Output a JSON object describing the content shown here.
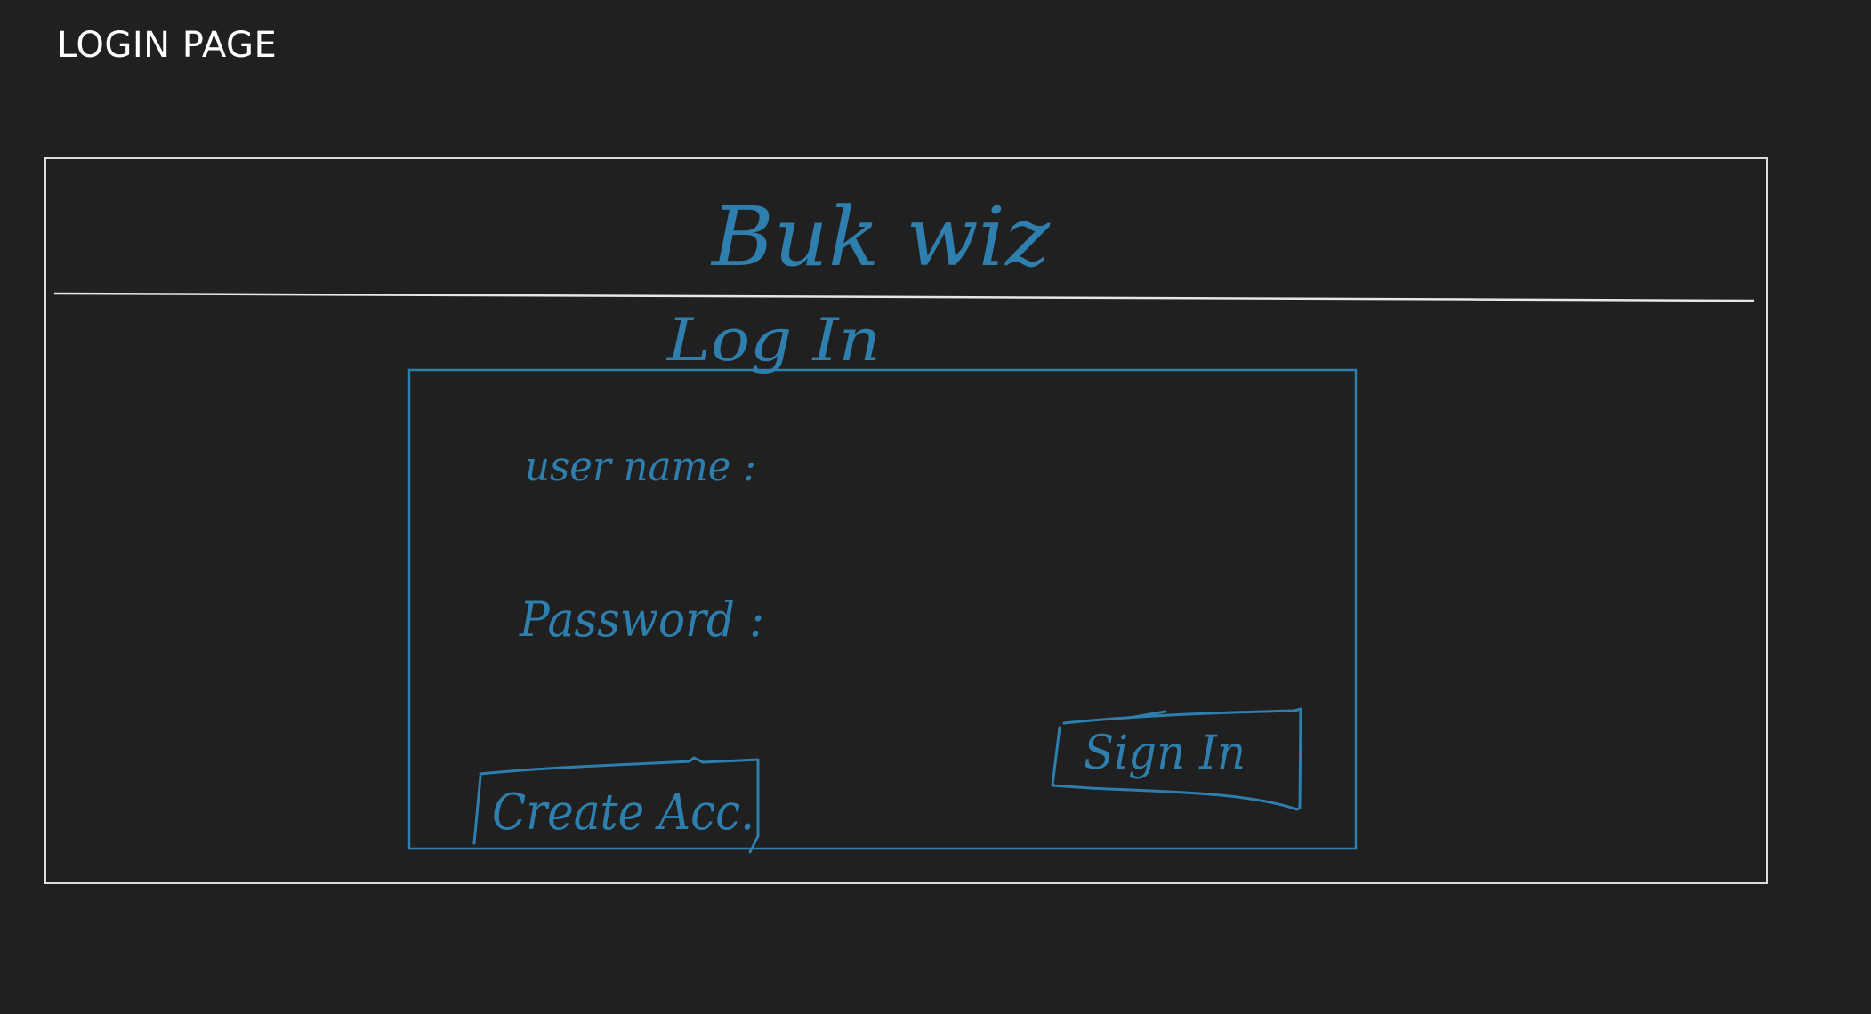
{
  "page": {
    "title": "LOGIN PAGE"
  },
  "wireframe": {
    "brand": "Buk wiz",
    "form_heading": "Log In",
    "fields": [
      {
        "label": "user name :"
      },
      {
        "label": "Password :"
      }
    ],
    "buttons": {
      "create_account": "Create Acc.",
      "sign_in": "Sign In"
    },
    "colors": {
      "background": "#1f201f",
      "frame": "#dcdcdc",
      "sketch": "#2f7fae",
      "title": "#ffffff"
    }
  }
}
